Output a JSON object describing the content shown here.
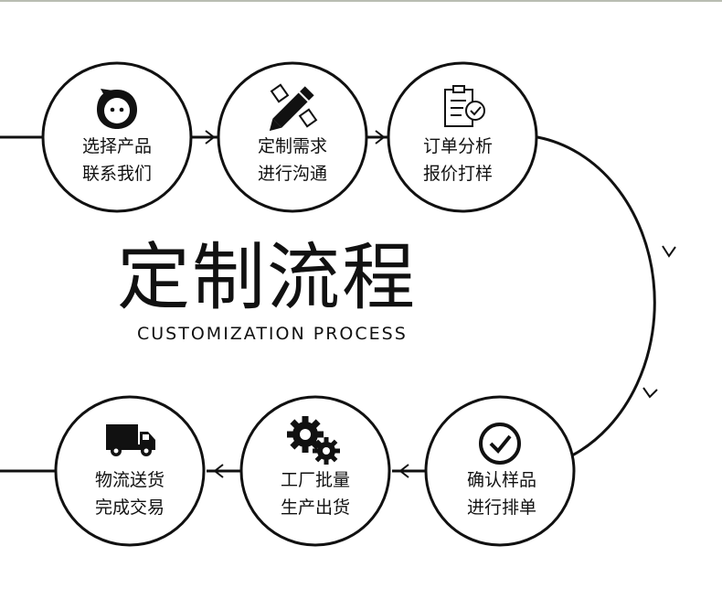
{
  "title": "定制流程",
  "subtitle": "CUSTOMIZATION PROCESS",
  "colors": {
    "stroke": "#111111",
    "background": "#ffffff"
  },
  "steps": [
    {
      "icon": "chat-bubble-icon",
      "lines": [
        "选择产品",
        "联系我们"
      ]
    },
    {
      "icon": "edit-pencil-icon",
      "lines": [
        "定制需求",
        "进行沟通"
      ]
    },
    {
      "icon": "clipboard-check-icon",
      "lines": [
        "订单分析",
        "报价打样"
      ]
    },
    {
      "icon": "check-circle-icon",
      "lines": [
        "确认样品",
        "进行排单"
      ]
    },
    {
      "icon": "gears-icon",
      "lines": [
        "工厂批量",
        "生产出货"
      ]
    },
    {
      "icon": "truck-icon",
      "lines": [
        "物流送货",
        "完成交易"
      ]
    }
  ]
}
